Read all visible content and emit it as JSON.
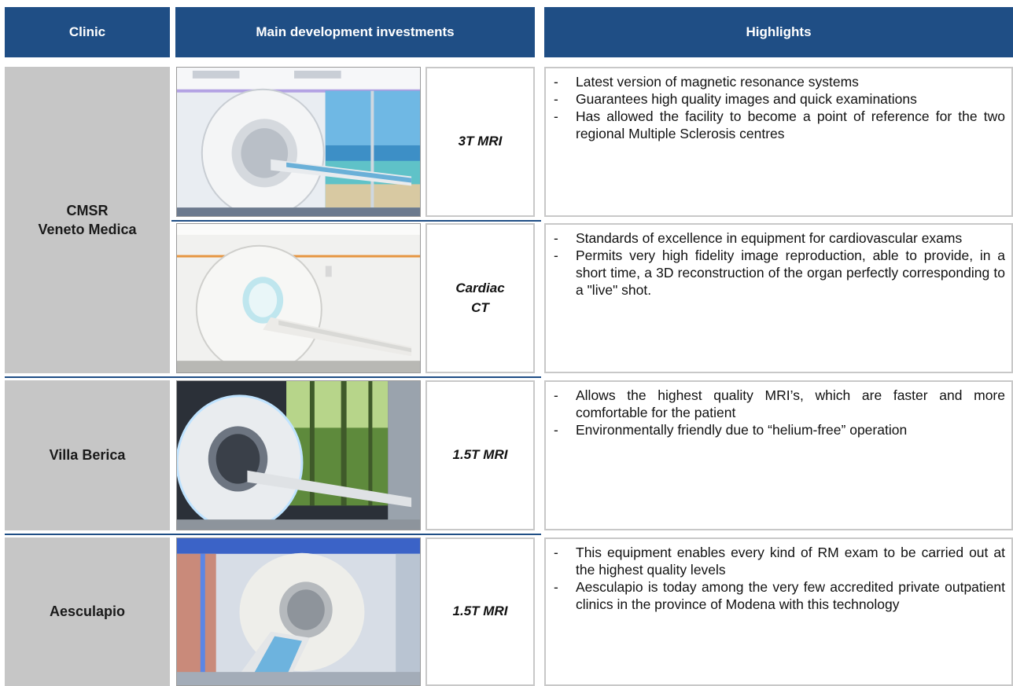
{
  "header": {
    "clinic": "Clinic",
    "investments": "Main development investments",
    "highlights": "Highlights"
  },
  "rows": [
    {
      "clinic": [
        "CMSR",
        "Veneto Medica"
      ],
      "items": [
        {
          "image": "mri-3t-room-photo",
          "label": [
            "3T MRI"
          ],
          "highlights": [
            "Latest version of magnetic resonance systems",
            "Guarantees high quality images and quick examinations",
            "Has allowed the facility to become a point of reference for the two regional Multiple Sclerosis centres"
          ]
        },
        {
          "image": "cardiac-ct-room-photo",
          "label": [
            "Cardiac",
            "CT"
          ],
          "highlights": [
            "Standards of excellence in equipment for cardiovascular exams",
            "Permits very high fidelity image reproduction, able to provide, in a short time, a 3D reconstruction of the organ perfectly corresponding to a \"live\" shot."
          ]
        }
      ]
    },
    {
      "clinic": [
        "Villa Berica"
      ],
      "items": [
        {
          "image": "mri-1-5t-forest-room-photo",
          "label": [
            "1.5T MRI"
          ],
          "highlights": [
            "Allows the highest quality MRI’s, which are faster and more comfortable for the patient",
            "Environmentally friendly due to “helium-free” operation"
          ]
        }
      ]
    },
    {
      "clinic": [
        "Aesculapio"
      ],
      "items": [
        {
          "image": "mri-1-5t-blue-room-photo",
          "label": [
            "1.5T MRI"
          ],
          "highlights": [
            "This equipment enables every kind of RM exam to be carried out at the highest quality levels",
            "Aesculapio is today among the very few accredited private outpatient clinics in the province of Modena with this technology"
          ]
        }
      ]
    }
  ],
  "bullet": "-",
  "colors": {
    "header_bg": "#1f4e85",
    "clinic_bg": "#c6c6c6",
    "cell_border": "#c8c8c8"
  }
}
